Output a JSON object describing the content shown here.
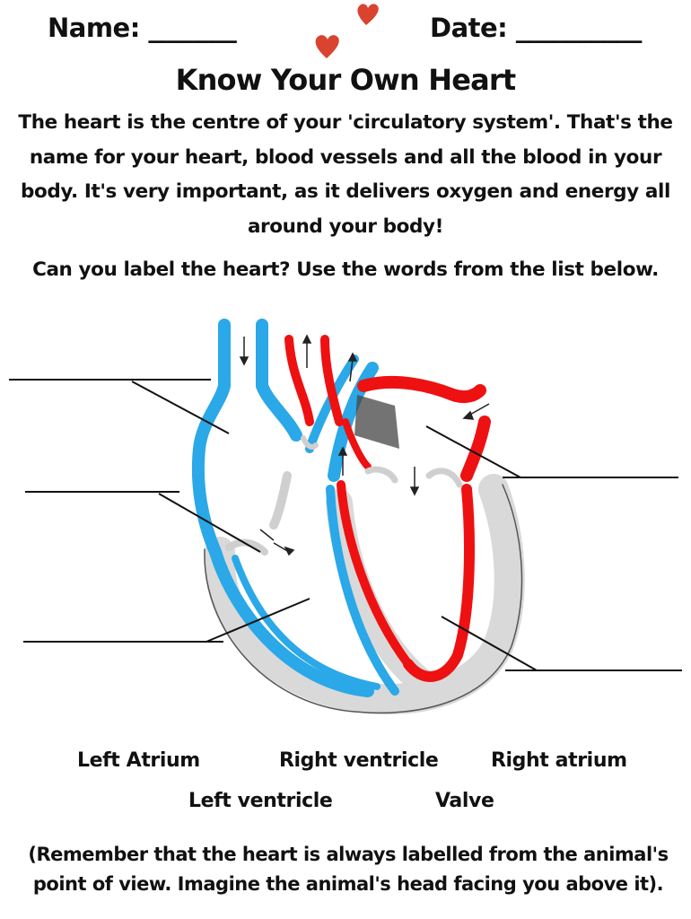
{
  "header": {
    "name_label": "Name: _______",
    "date_label": "Date: __________"
  },
  "title": "Know Your Own Heart",
  "intro": "The heart is the centre of your 'circulatory system'. That's the name for your heart, blood  vessels and all the blood in your body. It's very important, as it delivers oxygen and energy all around your body!",
  "instruction": "Can you label the heart? Use the words from the list below.",
  "word_bank": {
    "left_atrium": "Left Atrium",
    "right_ventricle": "Right ventricle",
    "right_atrium": "Right atrium",
    "left_ventricle": "Left ventricle",
    "valve": "Valve"
  },
  "reminder": "(Remember that the heart is always labelled from the animal's point of view. Imagine the animal's head facing you above it).",
  "colors": {
    "deoxygenated": "#2aa8e8",
    "oxygenated": "#ee1111",
    "tissue": "#d9d9d9",
    "decor_heart": "#d9432f"
  },
  "icons": [
    "heart-decoration-icon",
    "arrow-icon"
  ]
}
